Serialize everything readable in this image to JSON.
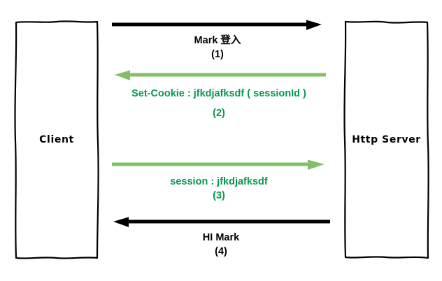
{
  "diagram": {
    "title": "HTTP session cookie sequence diagram",
    "type": "sequence-diagram",
    "background_color": "#ffffff"
  },
  "participants": [
    {
      "id": "client",
      "label": "Client",
      "side": "left"
    },
    {
      "id": "server",
      "label": "Http Server",
      "side": "right"
    }
  ],
  "colors": {
    "black": "#000000",
    "arrow_green": "#81bf69",
    "text_green": "#069a4e",
    "box_stroke": "#000000"
  },
  "messages": [
    {
      "seq": "(1)",
      "text": "Mark 登入",
      "direction": "right",
      "from": "client",
      "to": "server",
      "color": "#000000",
      "style": "black"
    },
    {
      "seq": "(2)",
      "text": "Set-Cookie : jfkdjafksdf ( sessionId )",
      "direction": "left",
      "from": "server",
      "to": "client",
      "color": "#069a4e",
      "style": "green"
    },
    {
      "seq": "(3)",
      "text": "session : jfkdjafksdf",
      "direction": "right",
      "from": "client",
      "to": "server",
      "color": "#069a4e",
      "style": "green"
    },
    {
      "seq": "(4)",
      "text": "HI Mark",
      "direction": "left",
      "from": "server",
      "to": "client",
      "color": "#000000",
      "style": "black"
    }
  ]
}
